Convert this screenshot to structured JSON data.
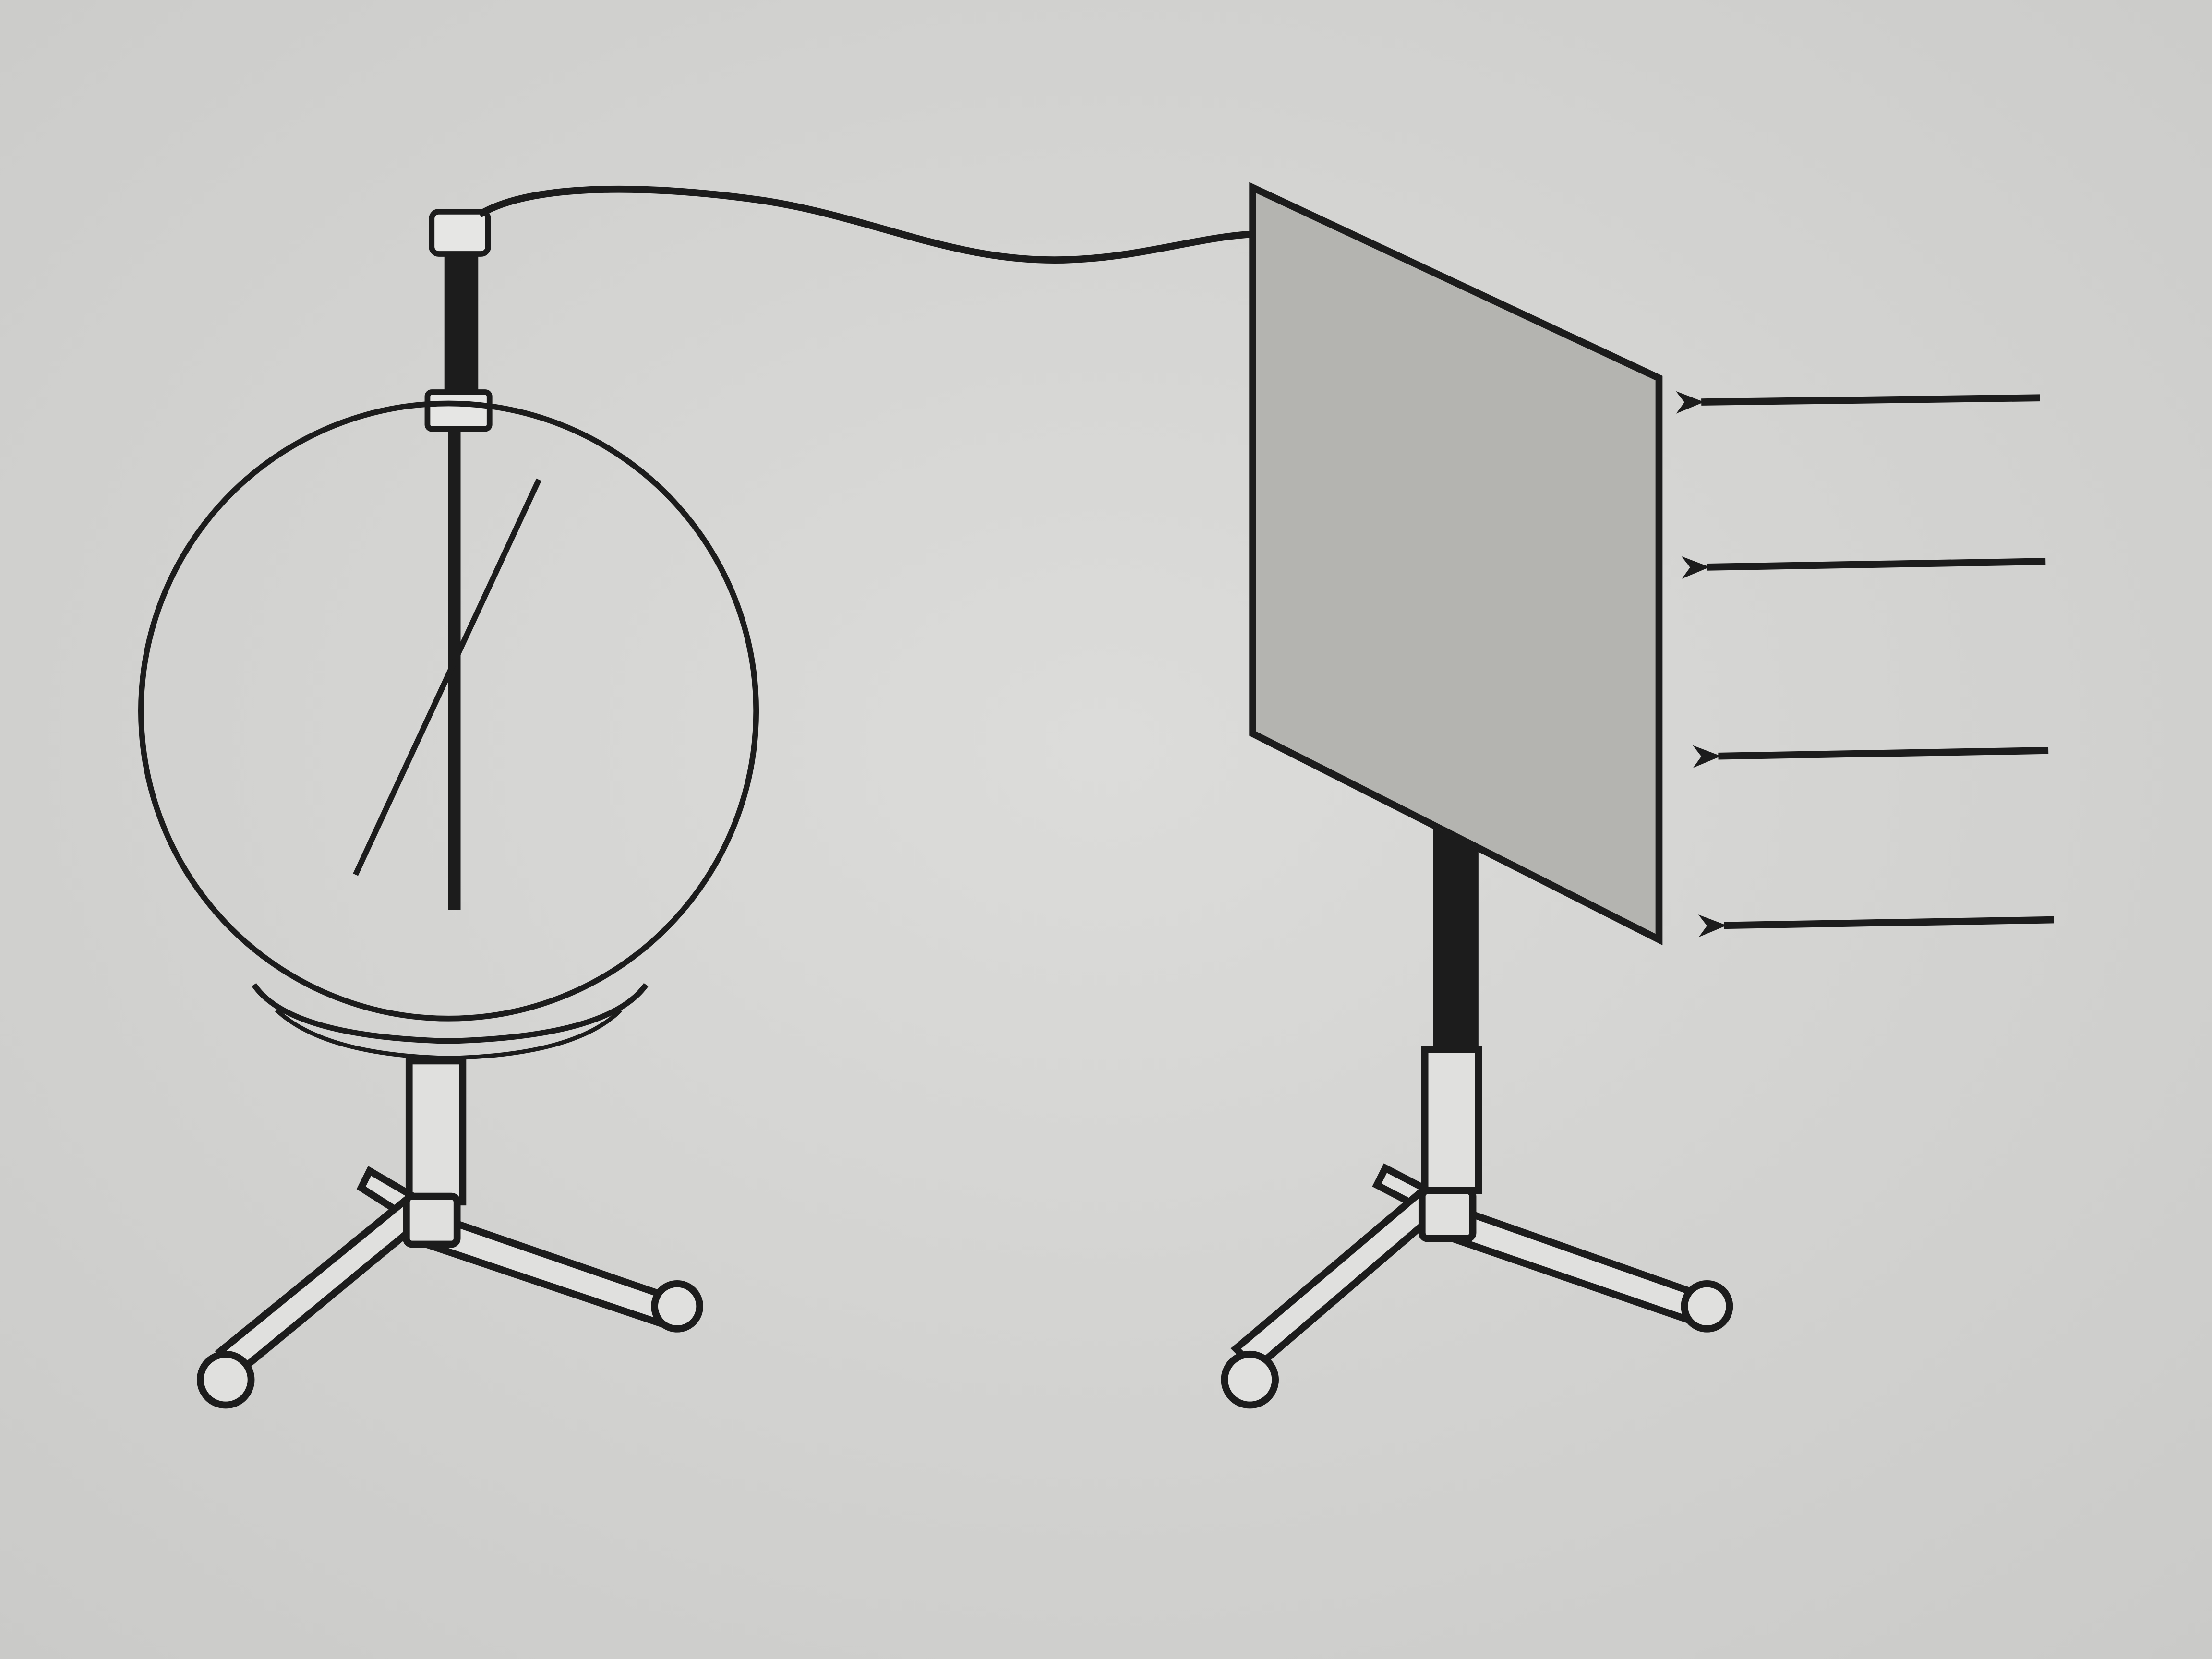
{
  "diagram": {
    "components": [
      {
        "id": "electroscope",
        "icon": "electroscope-icon"
      },
      {
        "id": "connecting-wire",
        "icon": "wire-icon"
      },
      {
        "id": "metal-plate",
        "icon": "plate-icon"
      },
      {
        "id": "incident-light",
        "icon": "arrow-left-icon",
        "count": 4
      }
    ]
  },
  "colors": {
    "background": "#d6d6d4",
    "ink": "#1c1c1c",
    "plate_fill": "#b4b4b0"
  }
}
